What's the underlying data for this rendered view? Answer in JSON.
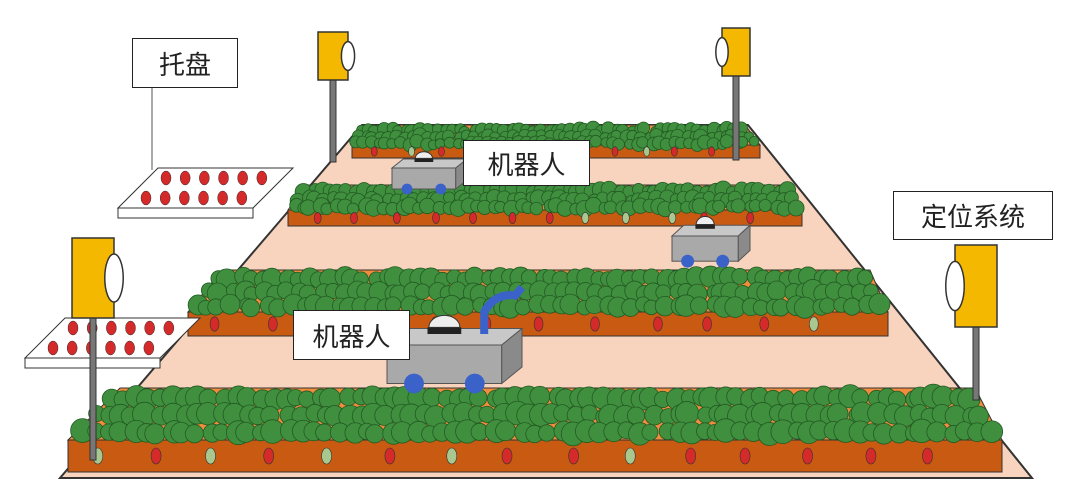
{
  "labels": {
    "tray": "托盘",
    "robot_top": "机器人",
    "robot_bottom": "机器人",
    "positioning_system": "定位系统"
  },
  "colors": {
    "floor": "#f8d3bd",
    "bed_top": "#f28c3c",
    "bed_front": "#c85a12",
    "plant": "#3f8f3f",
    "berry": "#d42a2a",
    "post_box": "#f5b800",
    "robot_body": "#a9a9a9",
    "wheel": "#3a62c9"
  }
}
